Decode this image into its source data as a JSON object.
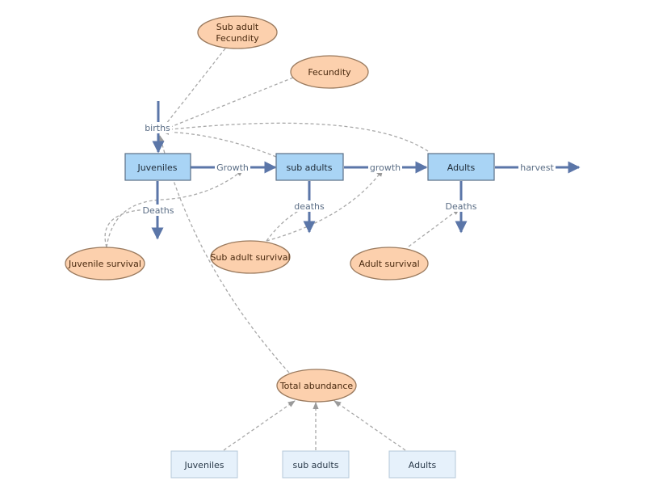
{
  "stocks": {
    "juveniles": "Juveniles",
    "sub_adults": "sub adults",
    "adults": "Adults"
  },
  "flows": {
    "births": "births",
    "growth_1": "Growth",
    "growth_2": "growth",
    "harvest": "harvest",
    "juvenile_deaths": "Deaths",
    "sub_adult_deaths": "deaths",
    "adult_deaths": "Deaths"
  },
  "variables": {
    "sub_adult_fecundity": [
      "Sub adult",
      "Fecundity"
    ],
    "fecundity": "Fecundity",
    "juvenile_survival": "Juvenile survival",
    "sub_adult_survival": "Sub adult survival",
    "adult_survival": "Adult survival",
    "total_abundance": "Total abundance"
  },
  "ghosts": {
    "juveniles": "Juveniles",
    "sub_adults": "sub adults",
    "adults": "Adults"
  },
  "colors": {
    "flow": "#5b76a8",
    "stock_fill": "#a9d4f5",
    "variable_fill": "#fcd0ad",
    "ghost_fill": "#e6f1fb",
    "link": "#a8a8a8"
  }
}
